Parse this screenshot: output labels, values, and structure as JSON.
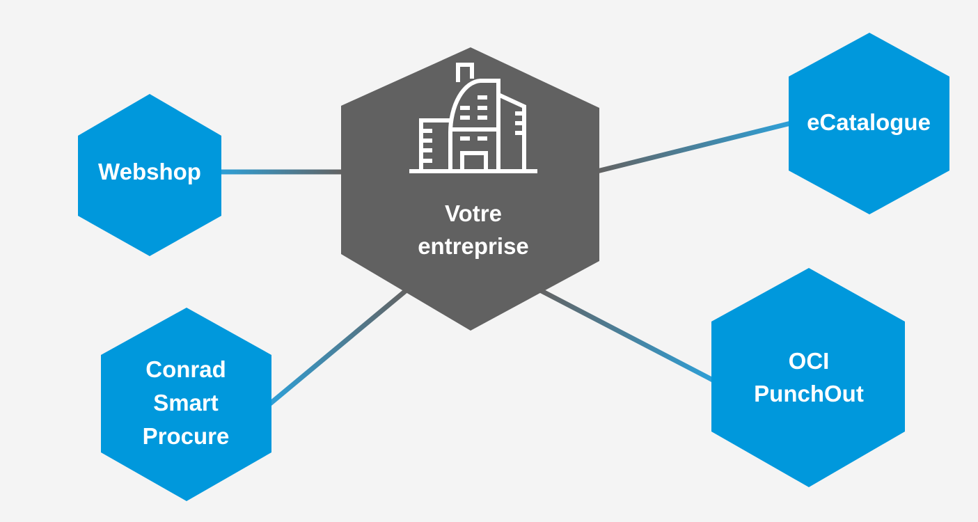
{
  "colors": {
    "background": "#f4f4f4",
    "node": "#0098dc",
    "center": "#616161",
    "icon": "#ffffff"
  },
  "center": {
    "label_lines": [
      "Votre",
      "entreprise"
    ],
    "icon": "building-icon"
  },
  "nodes": [
    {
      "id": "webshop",
      "label_lines": [
        "Webshop"
      ]
    },
    {
      "id": "ecatalogue",
      "label_lines": [
        "eCatalogue"
      ]
    },
    {
      "id": "conrad",
      "label_lines": [
        "Conrad",
        "Smart",
        "Procure"
      ]
    },
    {
      "id": "oci",
      "label_lines": [
        "OCI",
        "PunchOut"
      ]
    }
  ]
}
